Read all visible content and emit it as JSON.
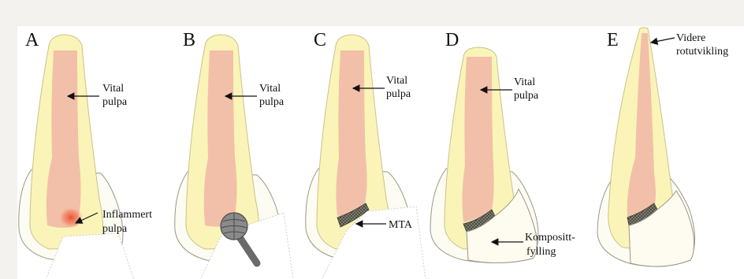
{
  "panels": [
    {
      "letter": "A",
      "annotations": {
        "line1": "Vital",
        "line2": "pulpa",
        "line3": "Inflammert",
        "line4": "pulpa"
      }
    },
    {
      "letter": "B",
      "annotations": {
        "line1": "Vital",
        "line2": "pulpa"
      }
    },
    {
      "letter": "C",
      "annotations": {
        "line1": "Vital",
        "line2": "pulpa",
        "line3": "MTA"
      }
    },
    {
      "letter": "D",
      "annotations": {
        "line1": "Vital",
        "line2": "pulpa",
        "line3": "Kompositt-",
        "line4": "fylling"
      }
    },
    {
      "letter": "E",
      "annotations": {
        "line1": "Videre",
        "line2": "rotutvikling"
      }
    }
  ],
  "colors": {
    "dentin": "#fbf4b8",
    "pulp": "#f2c0a8",
    "inflamed": "#f06040",
    "enamel": "#fdfcf3",
    "mta": "#6e6e62",
    "instrument": "#808080",
    "outline": "#9a9688"
  }
}
